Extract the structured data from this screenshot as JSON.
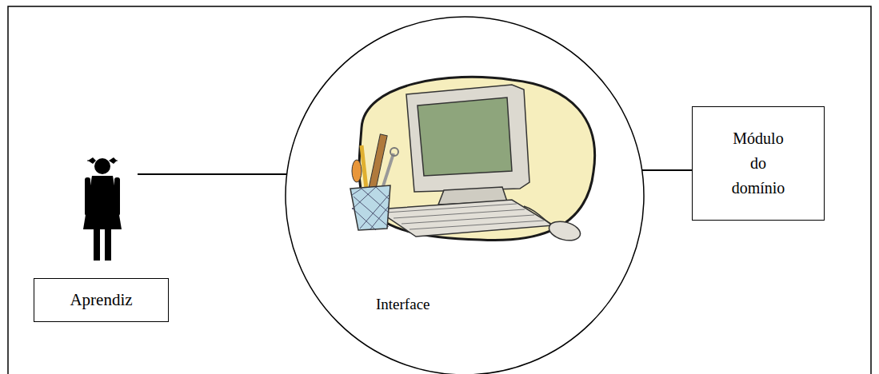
{
  "diagram": {
    "nodes": [
      {
        "text": [
          "Aprendiz"
        ]
      },
      {
        "text": [
          "Interface"
        ]
      },
      {
        "text": [
          "Módulo do domínio"
        ]
      }
    ],
    "edges": [
      {
        "from": 0,
        "to": 1,
        "arrow": "none"
      },
      {
        "from": 1,
        "to": 2,
        "arrow": "none"
      }
    ]
  }
}
